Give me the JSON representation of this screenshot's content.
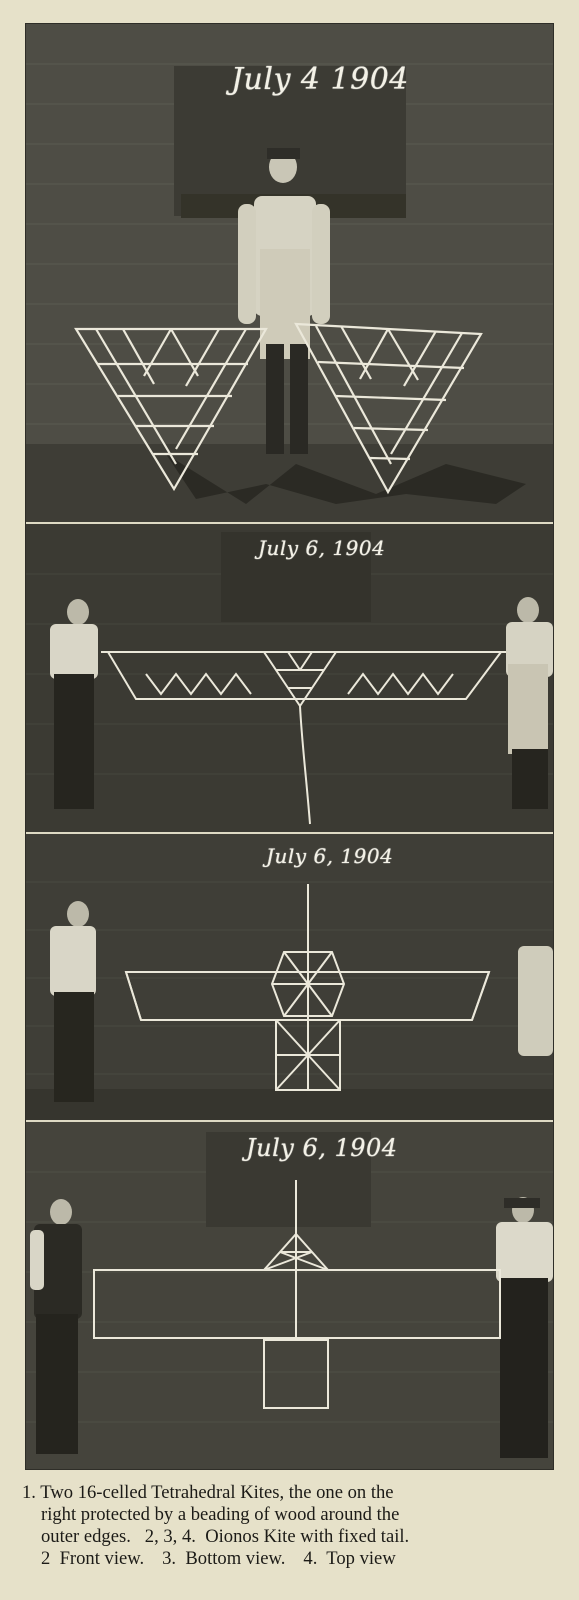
{
  "photo_plate": {
    "panel_1": {
      "date": "July 4 1904"
    },
    "panel_2": {
      "date": "July 6, 1904"
    },
    "panel_3": {
      "date": "July 6, 1904"
    },
    "panel_4": {
      "date": "July 6, 1904"
    }
  },
  "caption": {
    "line_1": "1. Two 16-celled Tetrahedral Kites, the one on the",
    "line_2": "right protected by a beading of wood around the",
    "line_3": "outer edges.   2, 3, 4.  Oionos Kite with fixed tail.",
    "line_4_views": [
      "2  Front view.",
      "3.  Bottom view.",
      "4.  Top view"
    ]
  }
}
